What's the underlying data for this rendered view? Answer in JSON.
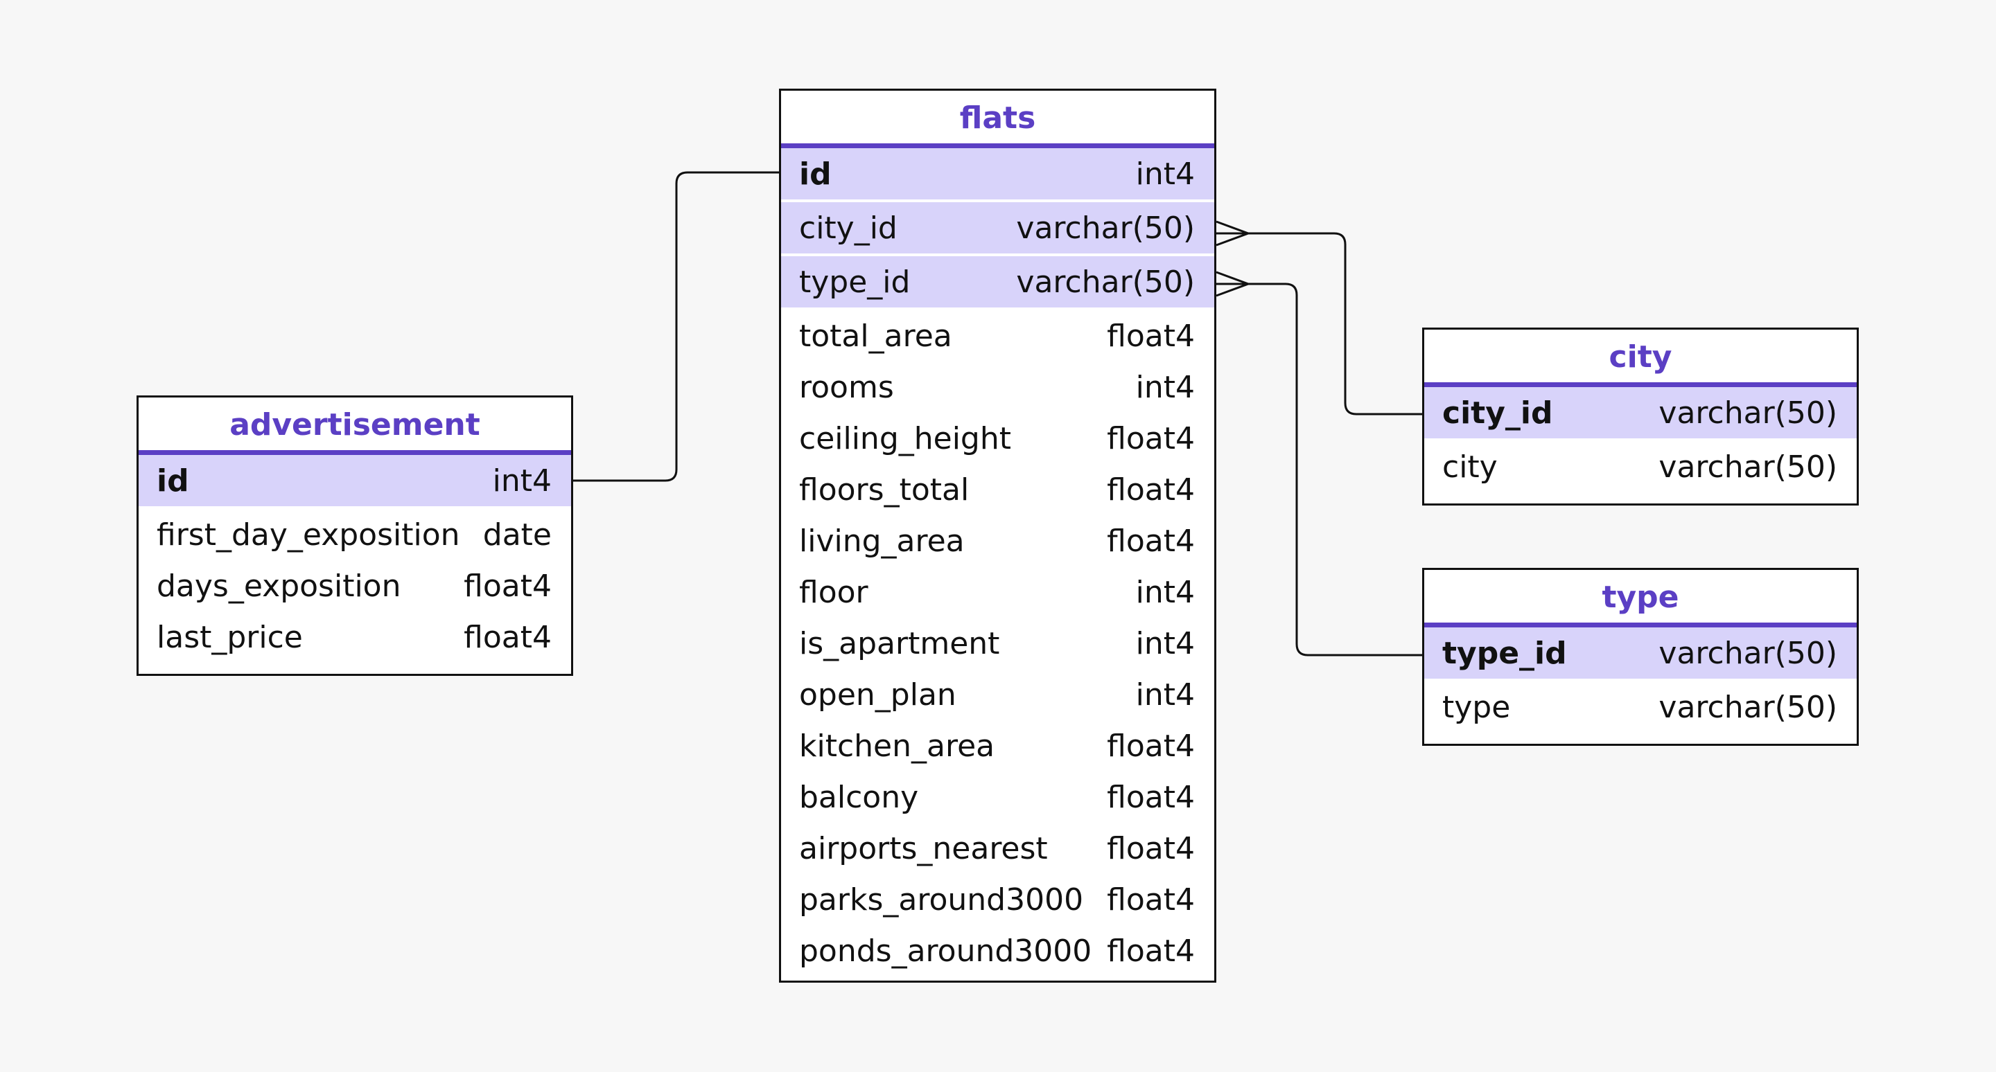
{
  "diagram": {
    "colors": {
      "background": "#f7f7f7",
      "accent": "#5b3fc4",
      "key_row_fill": "#d8d3fa",
      "line": "#111111"
    },
    "entities": {
      "advertisement": {
        "title": "advertisement",
        "rows": [
          {
            "name": "id",
            "type": "int4"
          },
          {
            "name": "first_day_exposition",
            "type": "date"
          },
          {
            "name": "days_exposition",
            "type": "float4"
          },
          {
            "name": "last_price",
            "type": "float4"
          }
        ]
      },
      "flats": {
        "title": "flats",
        "rows": [
          {
            "name": "id",
            "type": "int4"
          },
          {
            "name": "city_id",
            "type": "varchar(50)"
          },
          {
            "name": "type_id",
            "type": "varchar(50)"
          },
          {
            "name": "total_area",
            "type": "float4"
          },
          {
            "name": "rooms",
            "type": "int4"
          },
          {
            "name": "ceiling_height",
            "type": "float4"
          },
          {
            "name": "floors_total",
            "type": "float4"
          },
          {
            "name": "living_area",
            "type": "float4"
          },
          {
            "name": "floor",
            "type": "int4"
          },
          {
            "name": "is_apartment",
            "type": "int4"
          },
          {
            "name": "open_plan",
            "type": "int4"
          },
          {
            "name": "kitchen_area",
            "type": "float4"
          },
          {
            "name": "balcony",
            "type": "float4"
          },
          {
            "name": "airports_nearest",
            "type": "float4"
          },
          {
            "name": "parks_around3000",
            "type": "float4"
          },
          {
            "name": "ponds_around3000",
            "type": "float4"
          }
        ]
      },
      "city": {
        "title": "city",
        "rows": [
          {
            "name": "city_id",
            "type": "varchar(50)"
          },
          {
            "name": "city",
            "type": "varchar(50)"
          }
        ]
      },
      "type": {
        "title": "type",
        "rows": [
          {
            "name": "type_id",
            "type": "varchar(50)"
          },
          {
            "name": "type",
            "type": "varchar(50)"
          }
        ]
      }
    },
    "relationships": [
      {
        "from": "advertisement.id",
        "to": "flats.id",
        "cardinality": "one-to-one"
      },
      {
        "from": "flats.city_id",
        "to": "city.city_id",
        "cardinality": "many-to-one"
      },
      {
        "from": "flats.type_id",
        "to": "type.type_id",
        "cardinality": "many-to-one"
      }
    ]
  }
}
